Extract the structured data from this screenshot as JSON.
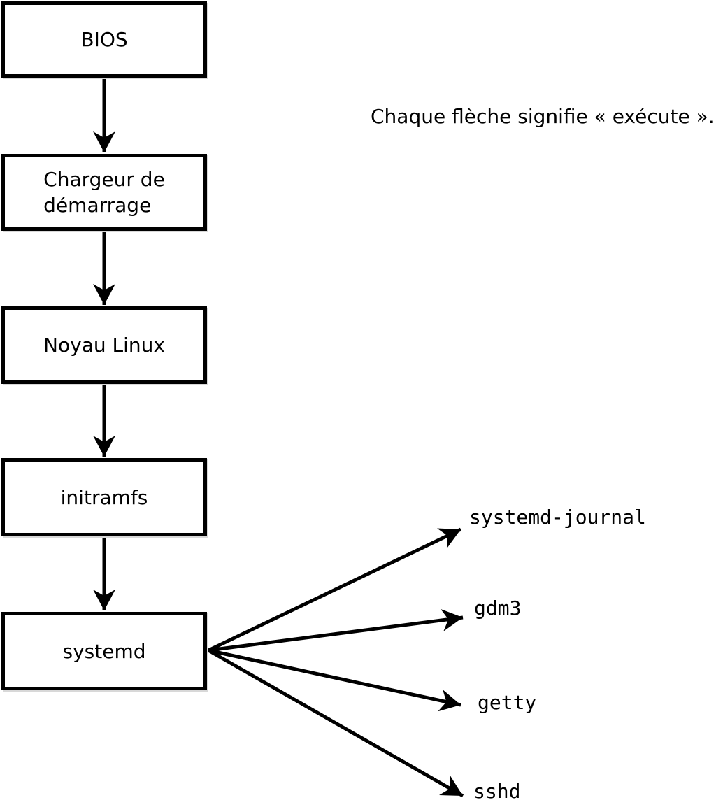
{
  "diagram": {
    "title_semantic": "Linux boot sequence",
    "colors": {
      "background": "#ffffff",
      "stroke": "#000000",
      "box_fill": "#ffffff"
    },
    "caption": "Chaque flèche signifie « exécute ».",
    "boxes": [
      {
        "id": "bios",
        "label": "BIOS"
      },
      {
        "id": "bootloader",
        "label": "Chargeur de\ndémarrage"
      },
      {
        "id": "kernel",
        "label": "Noyau Linux"
      },
      {
        "id": "initramfs",
        "label": "initramfs"
      },
      {
        "id": "systemd",
        "label": "systemd"
      }
    ],
    "processes": [
      {
        "id": "systemd-journal",
        "label": "systemd-journal"
      },
      {
        "id": "gdm3",
        "label": "gdm3"
      },
      {
        "id": "getty",
        "label": "getty"
      },
      {
        "id": "sshd",
        "label": "sshd"
      }
    ],
    "edges": [
      {
        "from": "bios",
        "to": "bootloader"
      },
      {
        "from": "bootloader",
        "to": "kernel"
      },
      {
        "from": "kernel",
        "to": "initramfs"
      },
      {
        "from": "initramfs",
        "to": "systemd"
      },
      {
        "from": "systemd",
        "to": "systemd-journal"
      },
      {
        "from": "systemd",
        "to": "gdm3"
      },
      {
        "from": "systemd",
        "to": "getty"
      },
      {
        "from": "systemd",
        "to": "sshd"
      }
    ]
  }
}
